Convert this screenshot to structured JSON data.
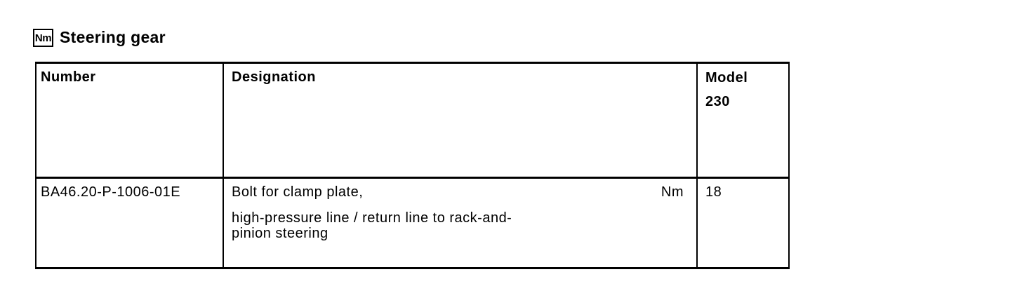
{
  "colors": {
    "text": "#000000",
    "background": "#ffffff",
    "border": "#000000"
  },
  "header": {
    "nm_badge": "Nm",
    "title": "Steering gear"
  },
  "table": {
    "columns": [
      {
        "label": "Number"
      },
      {
        "label": "Designation"
      },
      {
        "label": "Model",
        "sublabel": "230"
      }
    ],
    "rows": [
      {
        "number": "BA46.20-P-1006-01E",
        "designation": {
          "line1": "Bolt for clamp plate,",
          "unit": "Nm",
          "line2": "high-pressure line / return line to rack-and-",
          "line3": "pinion steering"
        },
        "model_230": "18"
      }
    ]
  }
}
